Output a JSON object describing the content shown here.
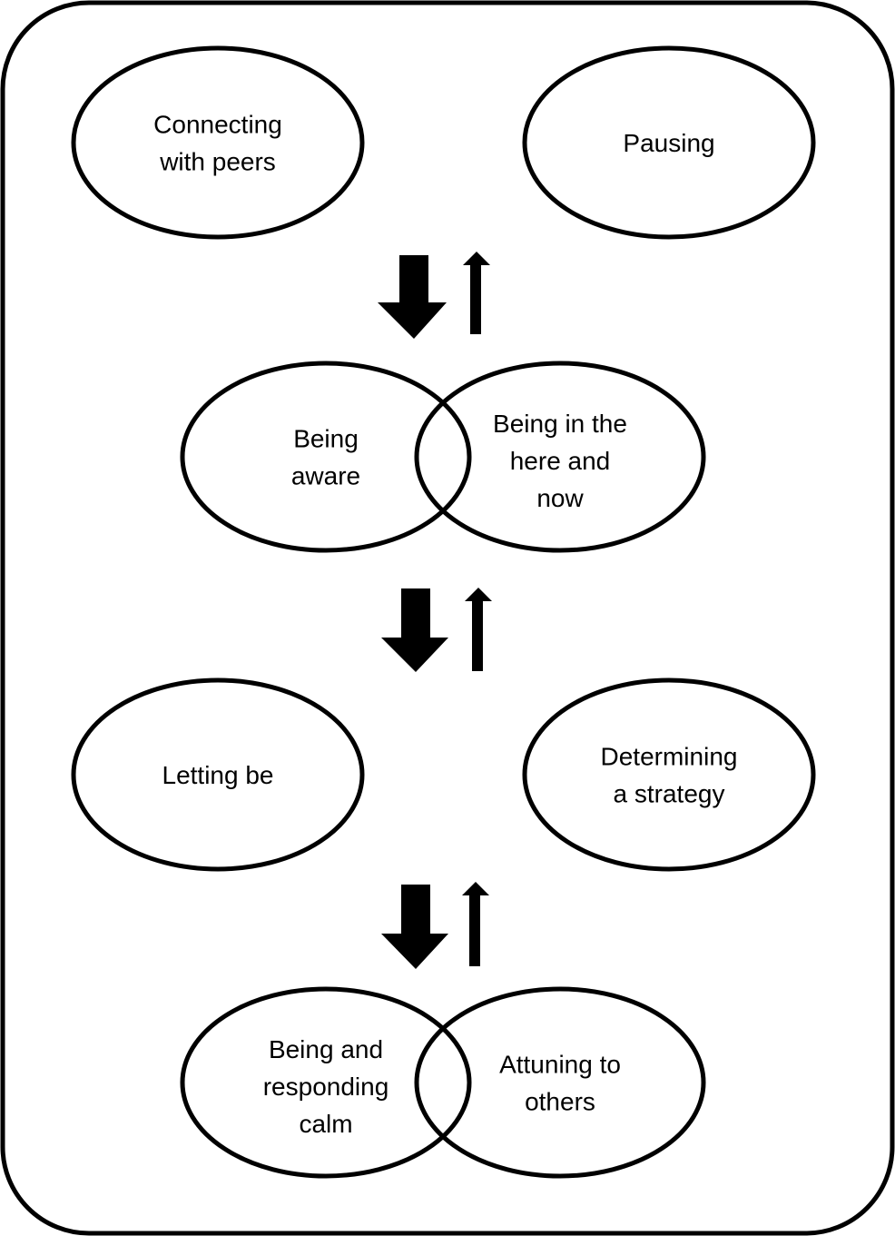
{
  "diagram": {
    "stroke_color": "#000000",
    "background_color": "#ffffff",
    "nodes": {
      "connecting_with_peers": [
        "Connecting",
        "with peers"
      ],
      "pausing": [
        "Pausing"
      ],
      "being_aware": [
        "Being",
        "aware"
      ],
      "being_in_the_here_and_now": [
        "Being in the",
        "here and",
        "now"
      ],
      "letting_be": [
        "Letting be"
      ],
      "determining_a_strategy": [
        "Determining",
        "a strategy"
      ],
      "being_and_responding_calm": [
        "Being and",
        "responding",
        "calm"
      ],
      "attuning_to_others": [
        "Attuning to",
        "others"
      ]
    },
    "connectors": [
      {
        "from_level": 1,
        "to_level": 2,
        "type": "bidirectional",
        "down": "thick",
        "up": "thin"
      },
      {
        "from_level": 2,
        "to_level": 3,
        "type": "bidirectional",
        "down": "thick",
        "up": "thin"
      },
      {
        "from_level": 3,
        "to_level": 4,
        "type": "bidirectional",
        "down": "thick",
        "up": "thin"
      }
    ]
  }
}
